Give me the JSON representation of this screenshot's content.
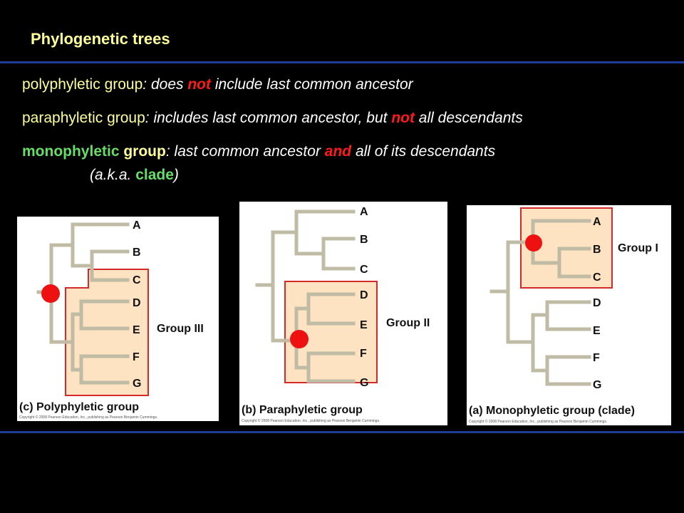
{
  "slide": {
    "title": "Phylogenetic trees",
    "definitions": {
      "poly": {
        "term1": "polyphyletic",
        "term2": "group",
        "colon": ":",
        "text1": " does ",
        "neg": "not",
        "text2": " include last common ancestor"
      },
      "para": {
        "term1": "paraphyletic",
        "term2": "group",
        "colon": ":",
        "text1": " includes last common ancestor, but ",
        "neg": "not",
        "text2": " all descendants"
      },
      "mono": {
        "term1": "monophyletic",
        "term2": "group",
        "colon": ":",
        "text1": " last common ancestor ",
        "conj": "and",
        "text2": " all of its descendants",
        "aka_prefix": "(a.k.a. ",
        "aka_term": "clade",
        "aka_suffix": ")"
      }
    }
  },
  "panels": {
    "poly": {
      "caption": "(c) Polyphyletic group",
      "group_label": "Group III",
      "taxa": [
        "A",
        "B",
        "C",
        "D",
        "E",
        "F",
        "G"
      ],
      "copyright": "Copyright © 2008 Pearson Education, Inc., publishing as Pearson Benjamin Cummings."
    },
    "para": {
      "caption": "(b) Paraphyletic group",
      "group_label": "Group II",
      "taxa": [
        "A",
        "B",
        "C",
        "D",
        "E",
        "F",
        "G"
      ],
      "copyright": "Copyright © 2008 Pearson Education, Inc., publishing as Pearson Benjamin Cummings."
    },
    "mono": {
      "caption": "(a) Monophyletic group (clade)",
      "group_label": "Group I",
      "taxa": [
        "A",
        "B",
        "C",
        "D",
        "E",
        "F",
        "G"
      ],
      "copyright": "Copyright © 2008 Pearson Education, Inc., publishing as Pearson Benjamin Cummings."
    }
  },
  "colors": {
    "background": "#000000",
    "title": "#ffff99",
    "rule": "#1f3c96",
    "highlight_red": "#ff1a1a",
    "clade_green": "#66dd66",
    "branch": "#c0bba4",
    "group_fill": "#fde3c2",
    "group_border": "#d42a2a",
    "ancestor_dot": "#ee1111"
  }
}
